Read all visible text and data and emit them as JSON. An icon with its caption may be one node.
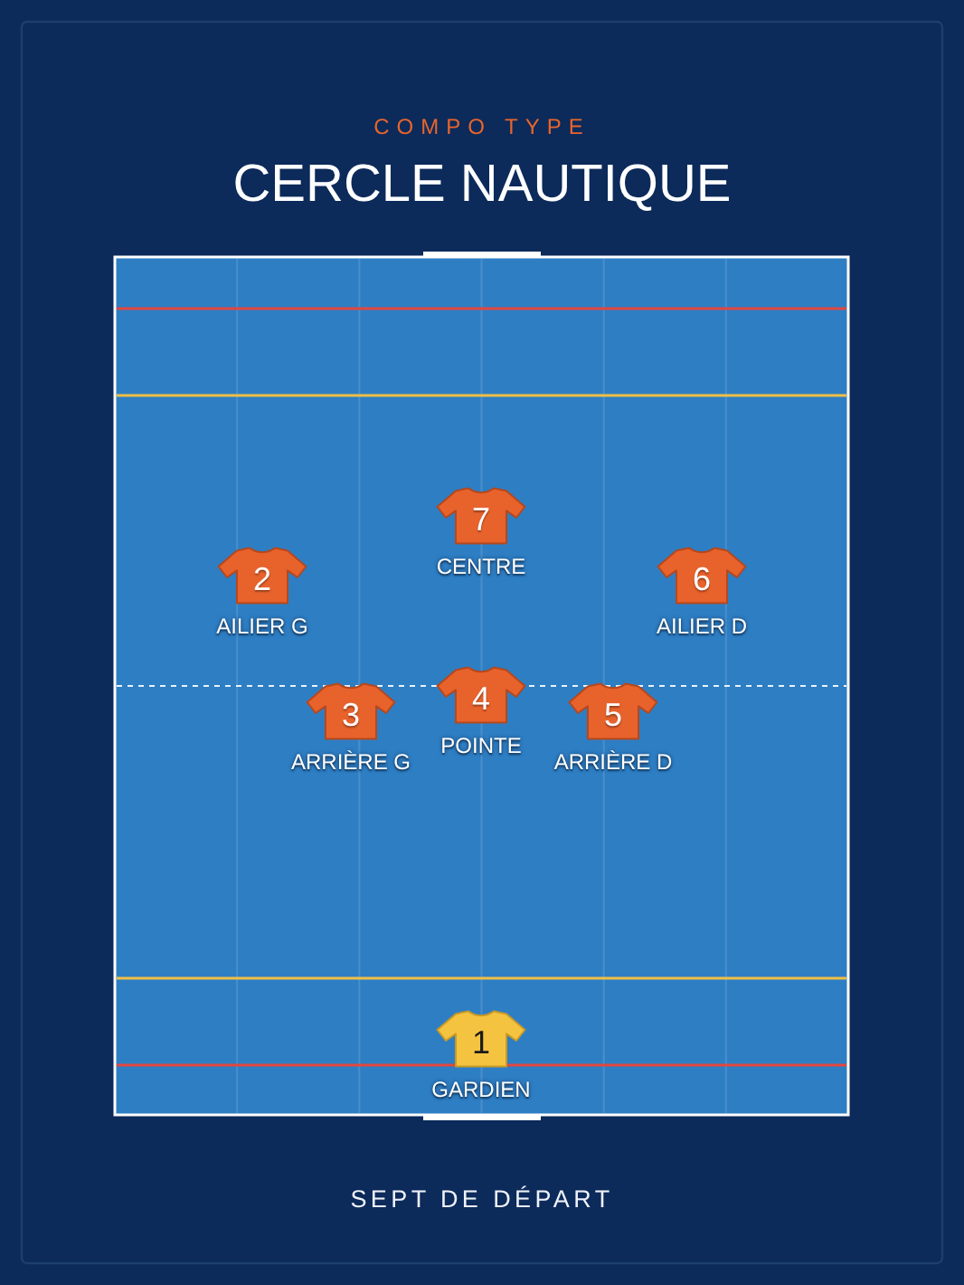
{
  "diagram": {
    "title": "CERCLE NAUTIQUE",
    "caption": "SEPT DE DÉPART",
    "nodes": [
      {
        "text": [
          "7"
        ],
        "beside": [
          "CENTRE"
        ]
      },
      {
        "text": [
          "2"
        ],
        "beside": [
          "AILIER G"
        ]
      },
      {
        "text": [
          "6"
        ],
        "beside": [
          "AILIER D"
        ]
      },
      {
        "text": [
          "3"
        ],
        "beside": [
          "ARRIÈRE G"
        ]
      },
      {
        "text": [
          "4"
        ],
        "beside": [
          "POINTE"
        ]
      },
      {
        "text": [
          "5"
        ],
        "beside": [
          "ARRIÈRE D"
        ]
      },
      {
        "text": [
          "1"
        ],
        "beside": [
          "GARDIEN"
        ]
      }
    ],
    "labels": [
      "COMPO TYPE"
    ]
  }
}
